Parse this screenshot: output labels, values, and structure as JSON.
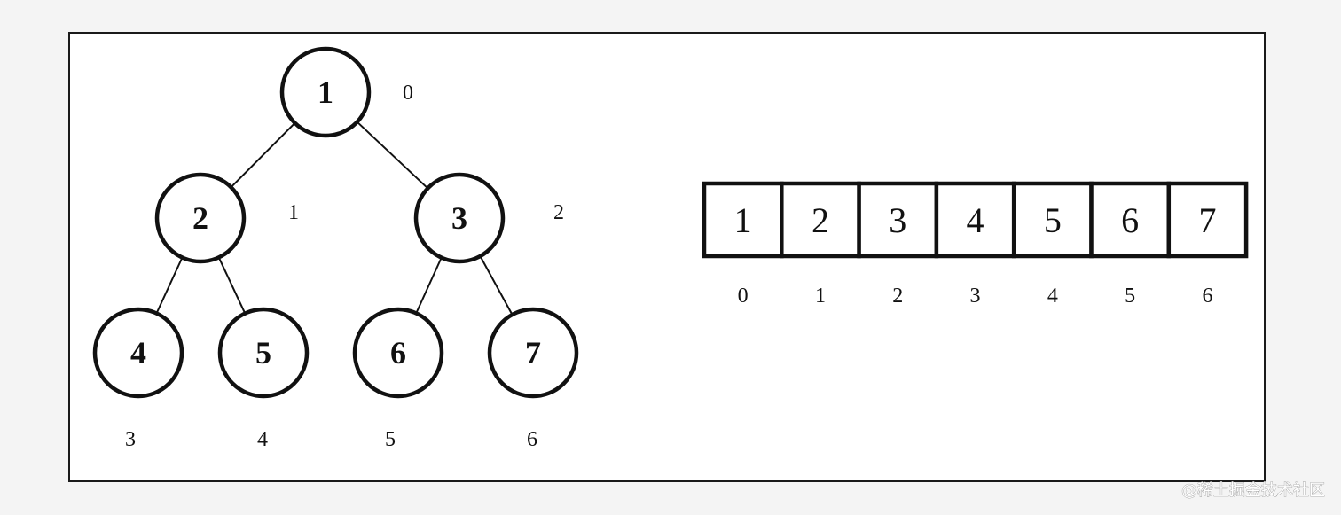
{
  "tree": {
    "nodes": [
      {
        "value": "1",
        "index": "0"
      },
      {
        "value": "2",
        "index": "1"
      },
      {
        "value": "3",
        "index": "2"
      },
      {
        "value": "4",
        "index": "3"
      },
      {
        "value": "5",
        "index": "4"
      },
      {
        "value": "6",
        "index": "5"
      },
      {
        "value": "7",
        "index": "6"
      }
    ],
    "edges": [
      [
        0,
        1
      ],
      [
        0,
        2
      ],
      [
        1,
        3
      ],
      [
        1,
        4
      ],
      [
        2,
        5
      ],
      [
        2,
        6
      ]
    ]
  },
  "array": {
    "cells": [
      "1",
      "2",
      "3",
      "4",
      "5",
      "6",
      "7"
    ],
    "indices": [
      "0",
      "1",
      "2",
      "3",
      "4",
      "5",
      "6"
    ]
  },
  "watermark": "@稀土掘金技术社区"
}
